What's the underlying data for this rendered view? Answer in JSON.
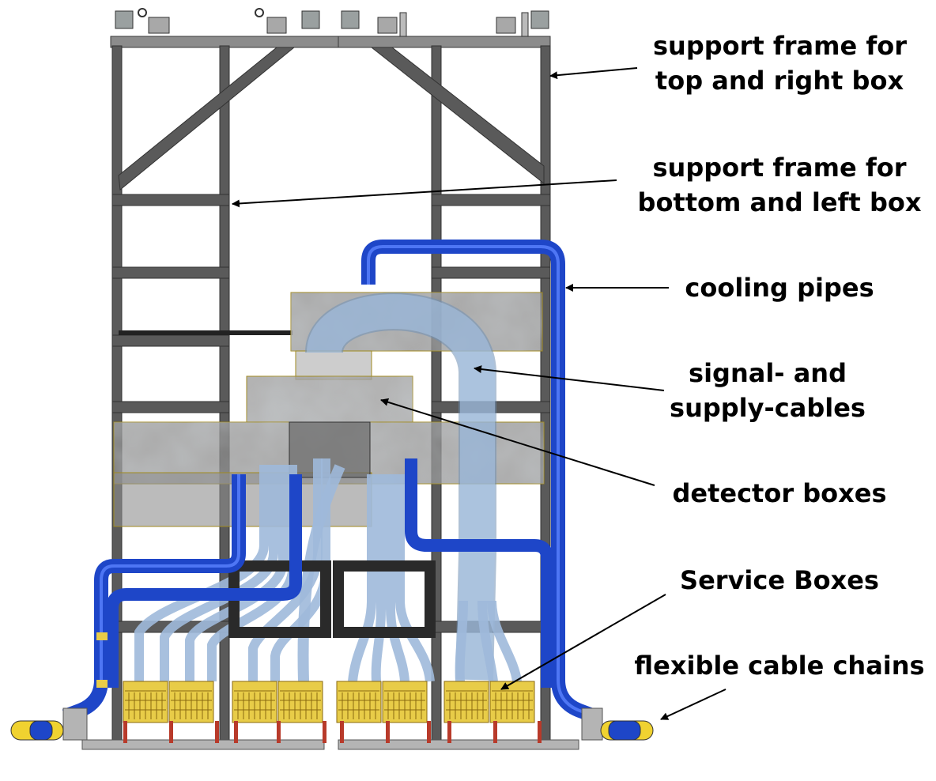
{
  "labels": {
    "top_right_frame": [
      "support frame for",
      "top and right box"
    ],
    "bottom_left_frame": [
      "support frame for",
      "bottom and left box"
    ],
    "cooling_pipes": [
      "cooling pipes"
    ],
    "cables": [
      "signal- and",
      "supply-cables"
    ],
    "detector_boxes": [
      "detector boxes"
    ],
    "service_boxes": [
      "Service Boxes"
    ],
    "cable_chains": [
      "flexible cable chains"
    ]
  },
  "colors": {
    "frame": "#5a5a5a",
    "frame_edge": "#3a3a3a",
    "cooling_pipe": "#1e46c8",
    "cooling_pipe_light": "#5a82ff",
    "cable": "#a9c3e3",
    "cable_edge": "#6f8fb5",
    "detector_box": "#9a9a9a",
    "service_box": "#e8cc48",
    "chain_yellow": "#f0d230",
    "chain_blue": "#1e46c8",
    "base": "#b4b4b4",
    "leg_red": "#b83a2a",
    "dark_box": "#2a2a2a"
  }
}
